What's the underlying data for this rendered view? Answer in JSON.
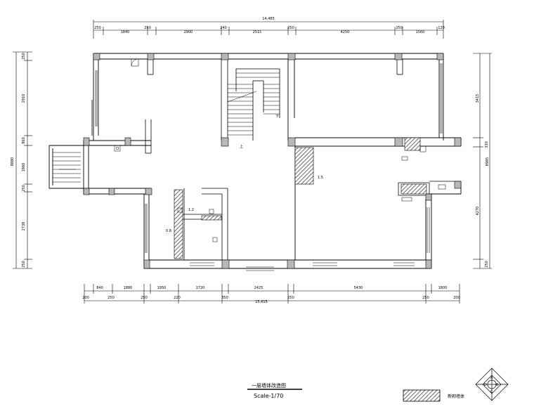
{
  "drawing": {
    "title": "一层墙体改造图",
    "scale": "Scale-1/70",
    "legend_label": "新砌墙体",
    "compass_letters": [
      "A",
      "B",
      "C",
      "D"
    ]
  },
  "dimensions": {
    "top_total": "14,485",
    "top_segments": [
      "250",
      "1840",
      "250",
      "2900",
      "240",
      "2515",
      "250",
      "4250",
      "250",
      "1560",
      "120"
    ],
    "bottom_total": "15,615",
    "bottom_upper": [
      "840",
      "1880",
      "1950",
      "1720",
      "2425",
      "5430",
      "1800"
    ],
    "bottom_lower": [
      "200",
      "250",
      "250",
      "220",
      "350",
      "250",
      "250",
      "200"
    ],
    "left_total": "8880",
    "left_segments": [
      "250",
      "2910",
      "860",
      "1860",
      "250",
      "2738",
      "250"
    ],
    "right_total": "8985",
    "right_segments": [
      "3415",
      "330",
      "4270",
      "250"
    ]
  },
  "room_labels": [
    "上",
    "下",
    "1.5",
    "1.2",
    "0.8"
  ],
  "colors": {
    "line": "#000000",
    "column": "#b8b8b8",
    "hatch": "#555555"
  }
}
